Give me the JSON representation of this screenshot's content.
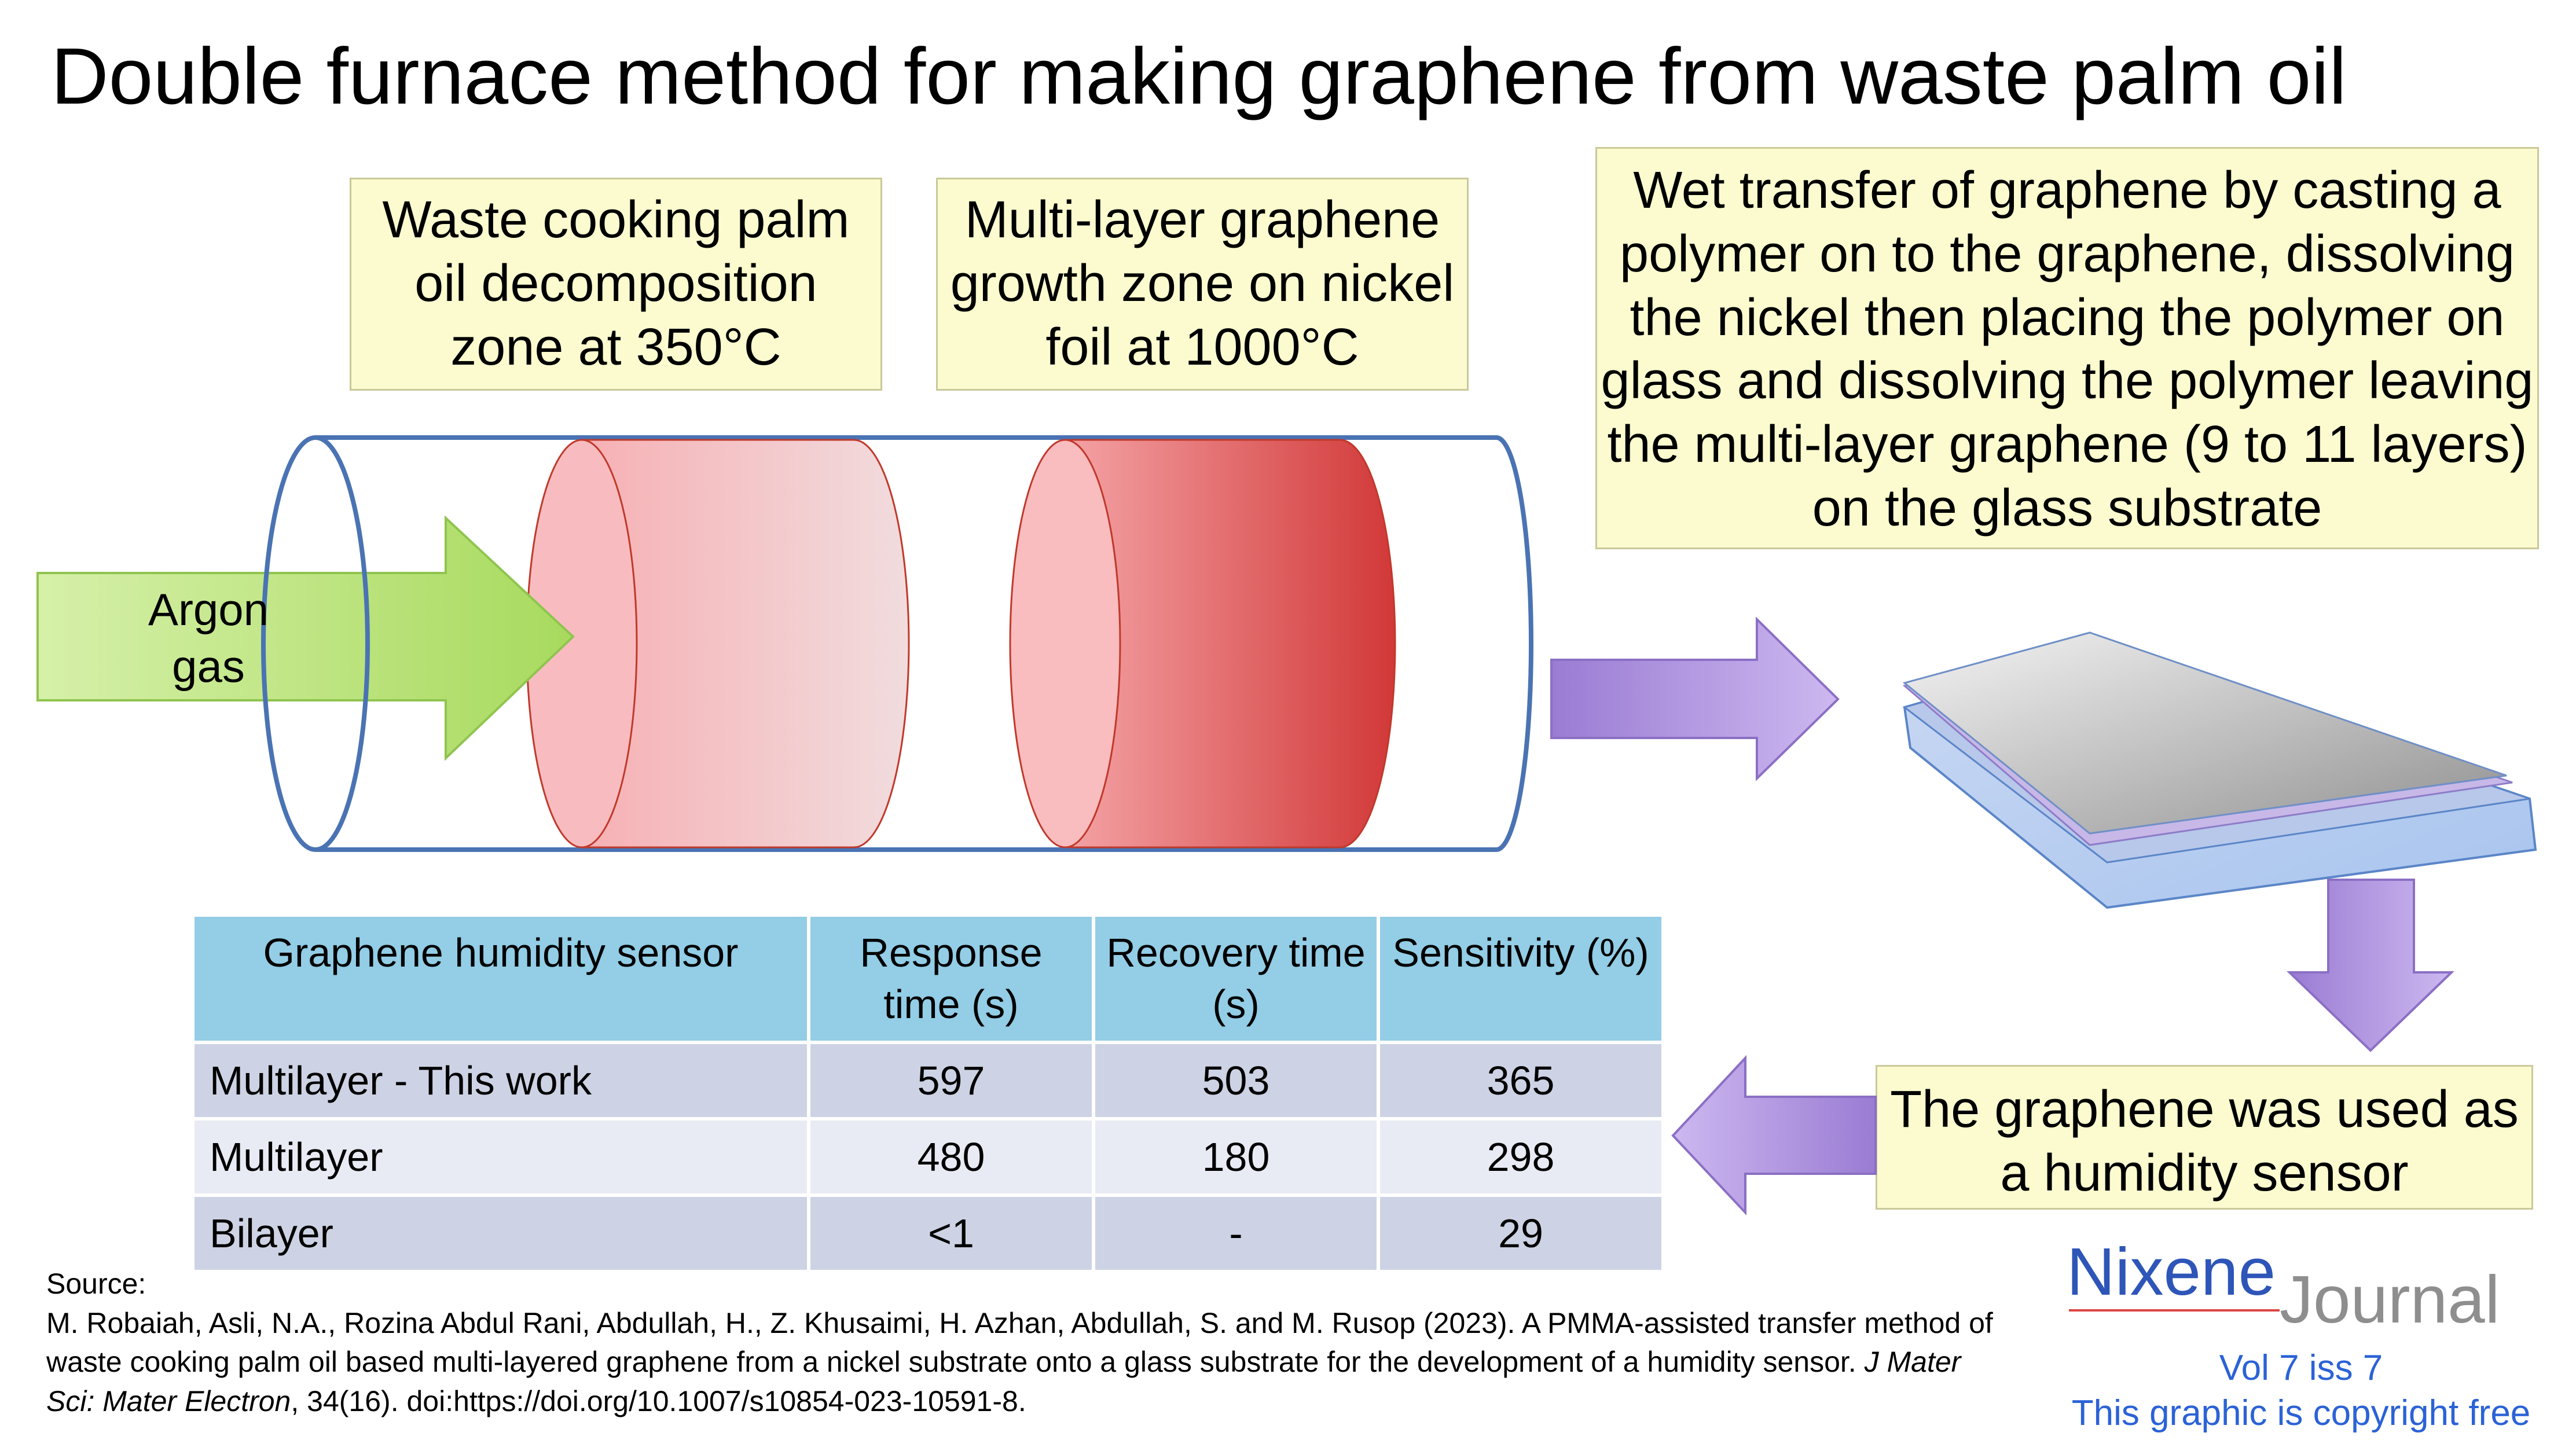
{
  "title": "Double furnace method for making graphene from waste palm oil",
  "notes": {
    "decomposition": "Waste cooking palm oil decomposition zone at 350°C",
    "growth": "Multi-layer graphene growth zone on nickel foil  at 1000°C",
    "transfer": "Wet transfer of graphene by casting a polymer on to the graphene, dissolving the nickel then placing the polymer on glass and dissolving the polymer leaving  the multi-layer graphene (9 to 11 layers) on the glass substrate",
    "sensor": "The graphene was used as a humidity sensor"
  },
  "argon_label": "Argon gas",
  "table": {
    "headers": [
      "Graphene humidity sensor",
      "Response time (s)",
      "Recovery time (s)",
      "Sensitivity (%)"
    ],
    "rows": [
      [
        "Multilayer - This work",
        "597",
        "503",
        "365"
      ],
      [
        "Multilayer",
        "480",
        "180",
        "298"
      ],
      [
        "Bilayer",
        "<1",
        "-",
        "29"
      ]
    ]
  },
  "source": {
    "label": "Source:",
    "citation_text": "M. Robaiah, Asli, N.A., Rozina Abdul Rani, Abdullah, H., Z. Khusaimi, H. Azhan, Abdullah, S. and M. Rusop (2023). A PMMA-assisted transfer method of waste cooking palm oil based multi-layered graphene from a nickel substrate onto a glass substrate for the development of a humidity sensor.",
    "journal": "J Mater Sci: Mater Electron",
    "details": ", 34(16). doi:https://doi.org/10.1007/s10854-023-10591-8."
  },
  "logo": {
    "nixene": "Nixene",
    "journal": "Journal"
  },
  "volume": "Vol 7 iss 7",
  "copyright": "This graphic is copyright free",
  "colors": {
    "note_fill": "#fbfbcf",
    "table_header": "#93cde6",
    "table_row_dark": "#cdd3e4",
    "table_row_light": "#e8ebf3",
    "arrow_purple": "#b79be0",
    "arrow_green": "#b5e07a",
    "heater_red": "#d43a3a",
    "tube_outline": "#4a73b3",
    "logo_blue": "#2e55b8",
    "link_blue": "#2b62d6"
  }
}
